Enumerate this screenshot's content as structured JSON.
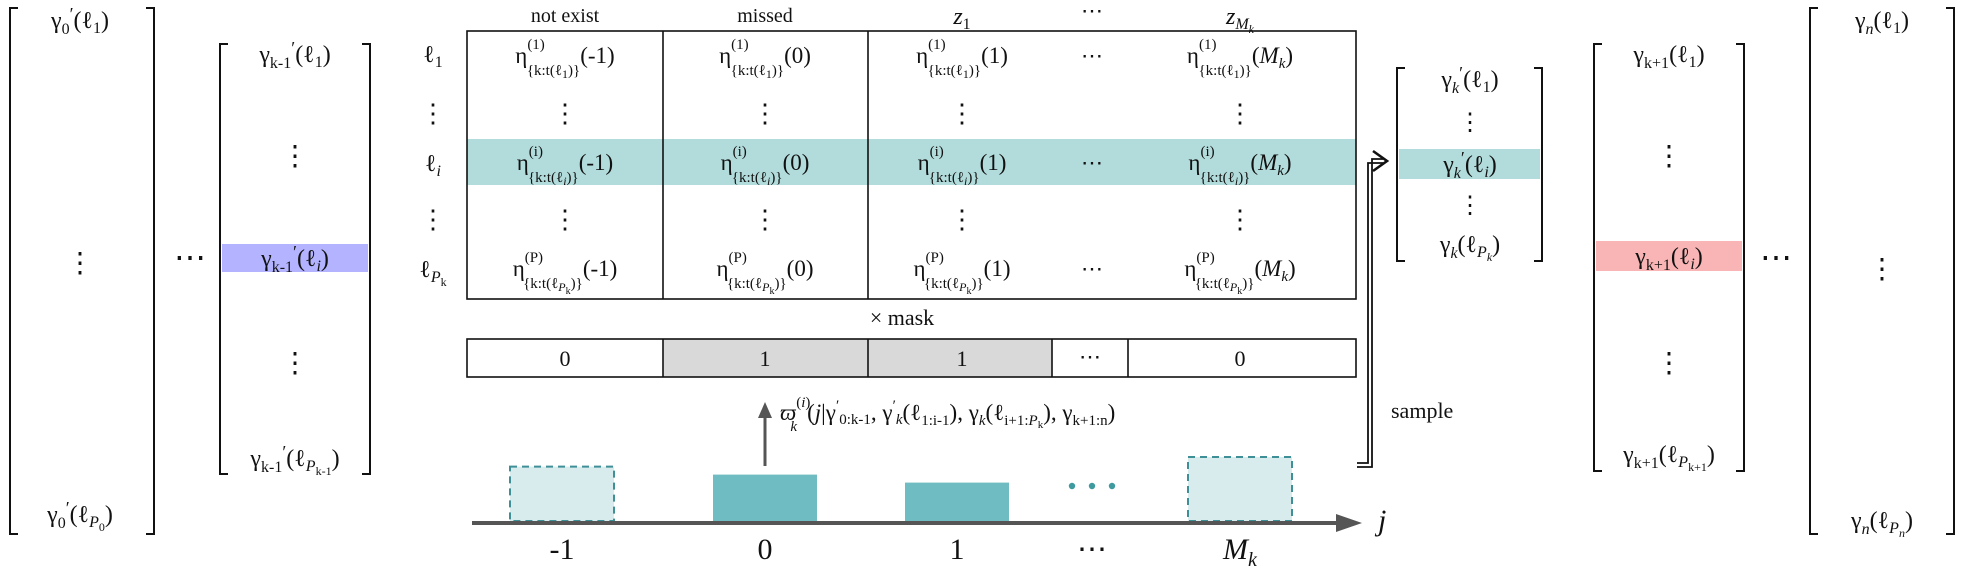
{
  "colors": {
    "teal_highlight": "#b2dcdb",
    "blue_highlight": "#b3b3ff",
    "red_highlight": "#f9b5b5",
    "bar_solid": "#6fbcc2",
    "bar_light": "#d8ecee",
    "bar_dash": "#3f8f96",
    "mask_gray": "#d9d9d9",
    "axis": "#555555",
    "dots_teal": "#3f9aa0"
  },
  "matrix_gamma0": {
    "top": "γ′₀(ℓ₁)",
    "bottom": "γ′₀(ℓP₀)"
  },
  "matrix_gammak1": {
    "top": "γ′k-1(ℓ₁)",
    "highlight": "γ′k-1(ℓi)",
    "bottom": "γ′k-1(ℓPk-1)"
  },
  "matrix_eta": {
    "col_headers": [
      "not exist",
      "missed",
      "z₁",
      "⋯",
      "zMk"
    ],
    "row_labels": [
      "ℓ₁",
      "ℓi",
      "ℓPk"
    ],
    "rows": [
      [
        "η(1){k:t(ℓ₁)}(-1)",
        "η(1){k:t(ℓ₁)}(0)",
        "η(1){k:t(ℓ₁)}(1)",
        "⋯",
        "η(1){k:t(ℓ₁)}(Mk)"
      ],
      [
        "η(i){k:t(ℓi)}(-1)",
        "η(i){k:t(ℓi)}(0)",
        "η(i){k:t(ℓi)}(1)",
        "⋯",
        "η(i){k:t(ℓi)}(Mk)"
      ],
      [
        "η(P){k:t(ℓPk)}(-1)",
        "η(P){k:t(ℓPk)}(0)",
        "η(P){k:t(ℓPk)}(1)",
        "⋯",
        "η(P){k:t(ℓPk)}(Mk)"
      ]
    ]
  },
  "mask": {
    "label": "× mask",
    "values": [
      "0",
      "1",
      "1",
      "⋯",
      "0"
    ],
    "gray": [
      false,
      true,
      true,
      false,
      false
    ]
  },
  "distribution": {
    "formula": "ϖ(i)k(j|γ′0:k-1, γ′k(ℓ1:i-1), γk(ℓi+1:Pk), γk+1:n)",
    "x_ticks": [
      "-1",
      "0",
      "1",
      "⋯",
      "Mk"
    ],
    "x_label": "j",
    "bar_heights": [
      0.68,
      0.58,
      0.48,
      null,
      0.8
    ],
    "bar_style": [
      "dashed",
      "solid",
      "solid",
      "dots",
      "dashed"
    ]
  },
  "sample_label": "sample",
  "matrix_gammak": {
    "top": "γ′k(ℓ₁)",
    "highlight": "γ′k(ℓi)",
    "bottom": "γk(ℓPk)"
  },
  "matrix_gammak1_next": {
    "top": "γk+1(ℓ₁)",
    "highlight": "γk+1(ℓi)",
    "bottom": "γk+1(ℓPk+1)"
  },
  "matrix_gamman": {
    "top": "γn(ℓ₁)",
    "bottom": "γn(ℓPn)"
  },
  "hdots": "⋯"
}
